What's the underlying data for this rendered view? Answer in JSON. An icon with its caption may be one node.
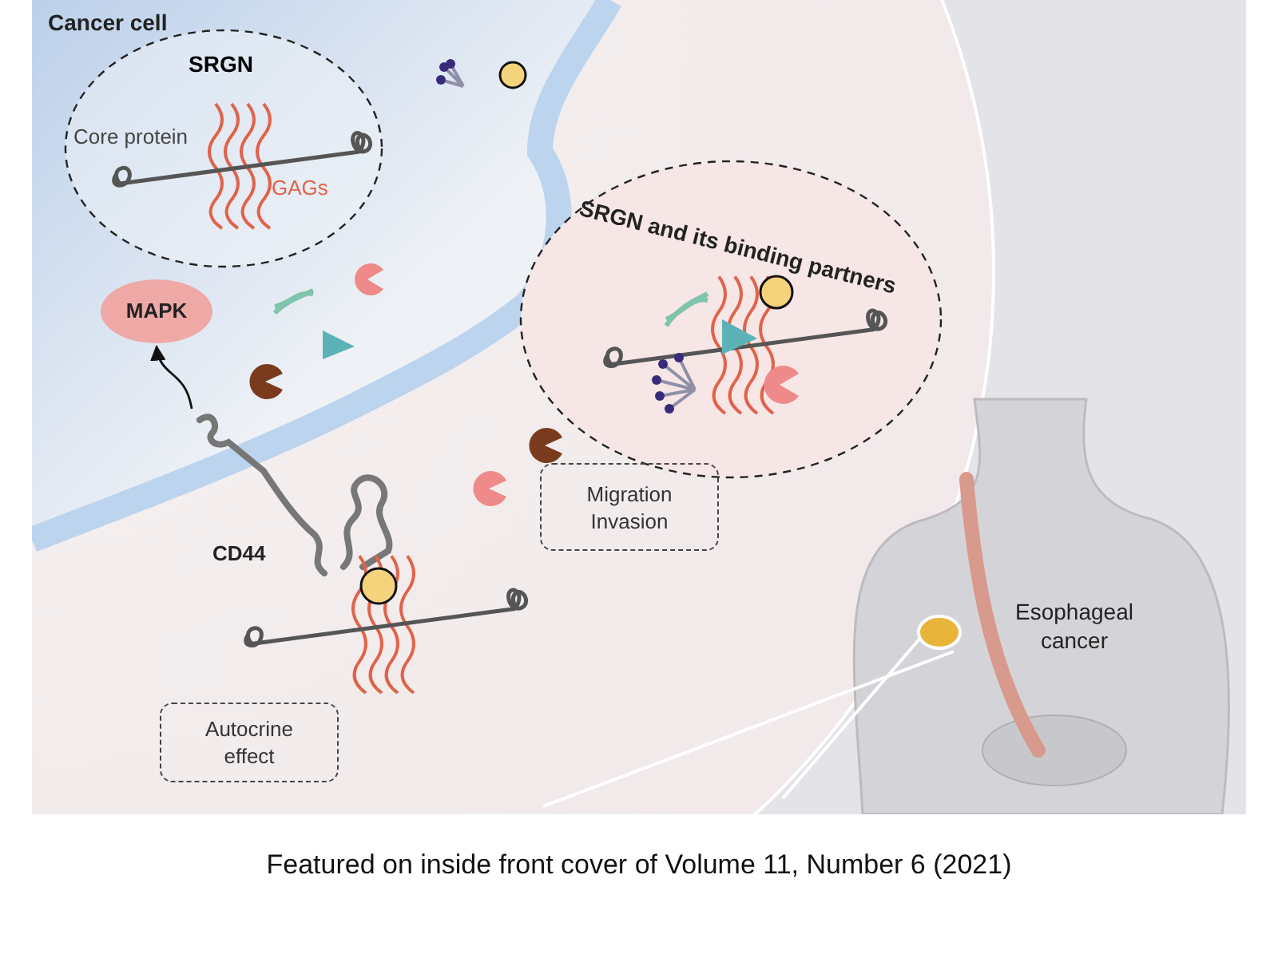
{
  "diagram": {
    "caption": "Featured on inside front cover of Volume 11, Number 6 (2021)",
    "nodes": [
      {
        "text": [
          "Cancer cell"
        ]
      },
      {
        "text": [
          "SRGN",
          "Core protein",
          "GAGs"
        ],
        "in": 0
      },
      {
        "text": [
          "SRGN and its binding partners"
        ]
      },
      {
        "text": [
          "MAPK"
        ],
        "in": 0
      },
      {
        "text": [
          "Migration Invasion"
        ]
      },
      {
        "text": [
          "CD44"
        ]
      },
      {
        "text": [
          "Autocrine effect"
        ]
      },
      {
        "text": [
          "Esophageal cancer"
        ]
      }
    ],
    "edges": [
      {
        "from": 5,
        "to": 3,
        "arrow": "to"
      }
    ]
  }
}
